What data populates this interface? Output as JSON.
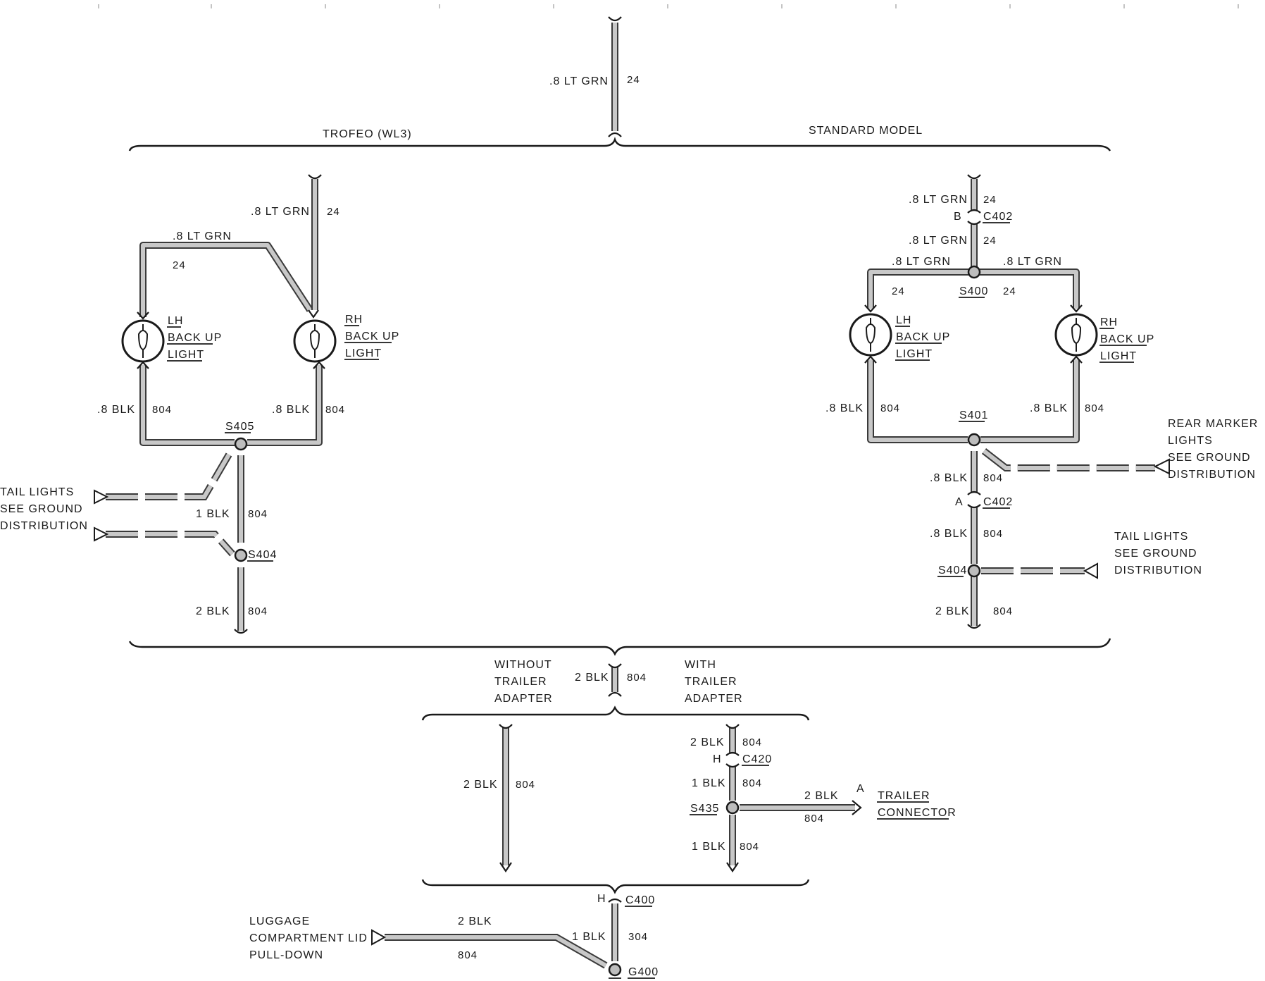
{
  "sections": {
    "trofeo": "TROFEO (WL3)",
    "standard": "STANDARD MODEL",
    "without_trailer": [
      "WITHOUT",
      "TRAILER",
      "ADAPTER"
    ],
    "with_trailer": [
      "WITH",
      "TRAILER",
      "ADAPTER"
    ]
  },
  "wires": {
    "lt_grn": ".8 LT GRN",
    "blk_08": ".8 BLK",
    "blk_1": "1 BLK",
    "blk_2": "2 BLK",
    "circuit_24": "24",
    "circuit_804": "804",
    "circuit_304": "304"
  },
  "components": {
    "lh_light": [
      "LH",
      "BACK UP",
      "LIGHT"
    ],
    "rh_light": [
      "RH",
      "BACK UP",
      "LIGHT"
    ],
    "tail_lights": [
      "TAIL LIGHTS",
      "SEE GROUND",
      "DISTRIBUTION"
    ],
    "rear_marker": [
      "REAR MARKER",
      "LIGHTS",
      "SEE GROUND",
      "DISTRIBUTION"
    ],
    "trailer_connector": [
      "TRAILER",
      "CONNECTOR"
    ],
    "luggage": [
      "LUGGAGE",
      "COMPARTMENT LID",
      "PULL-DOWN"
    ]
  },
  "splices": {
    "s405": "S405",
    "s404": "S404",
    "s400": "S400",
    "s401": "S401",
    "s435": "S435",
    "g400": "G400"
  },
  "connectors": {
    "c402": "C402",
    "c420": "C420",
    "c400": "C400",
    "pin_b": "B",
    "pin_a": "A",
    "pin_h": "H"
  }
}
